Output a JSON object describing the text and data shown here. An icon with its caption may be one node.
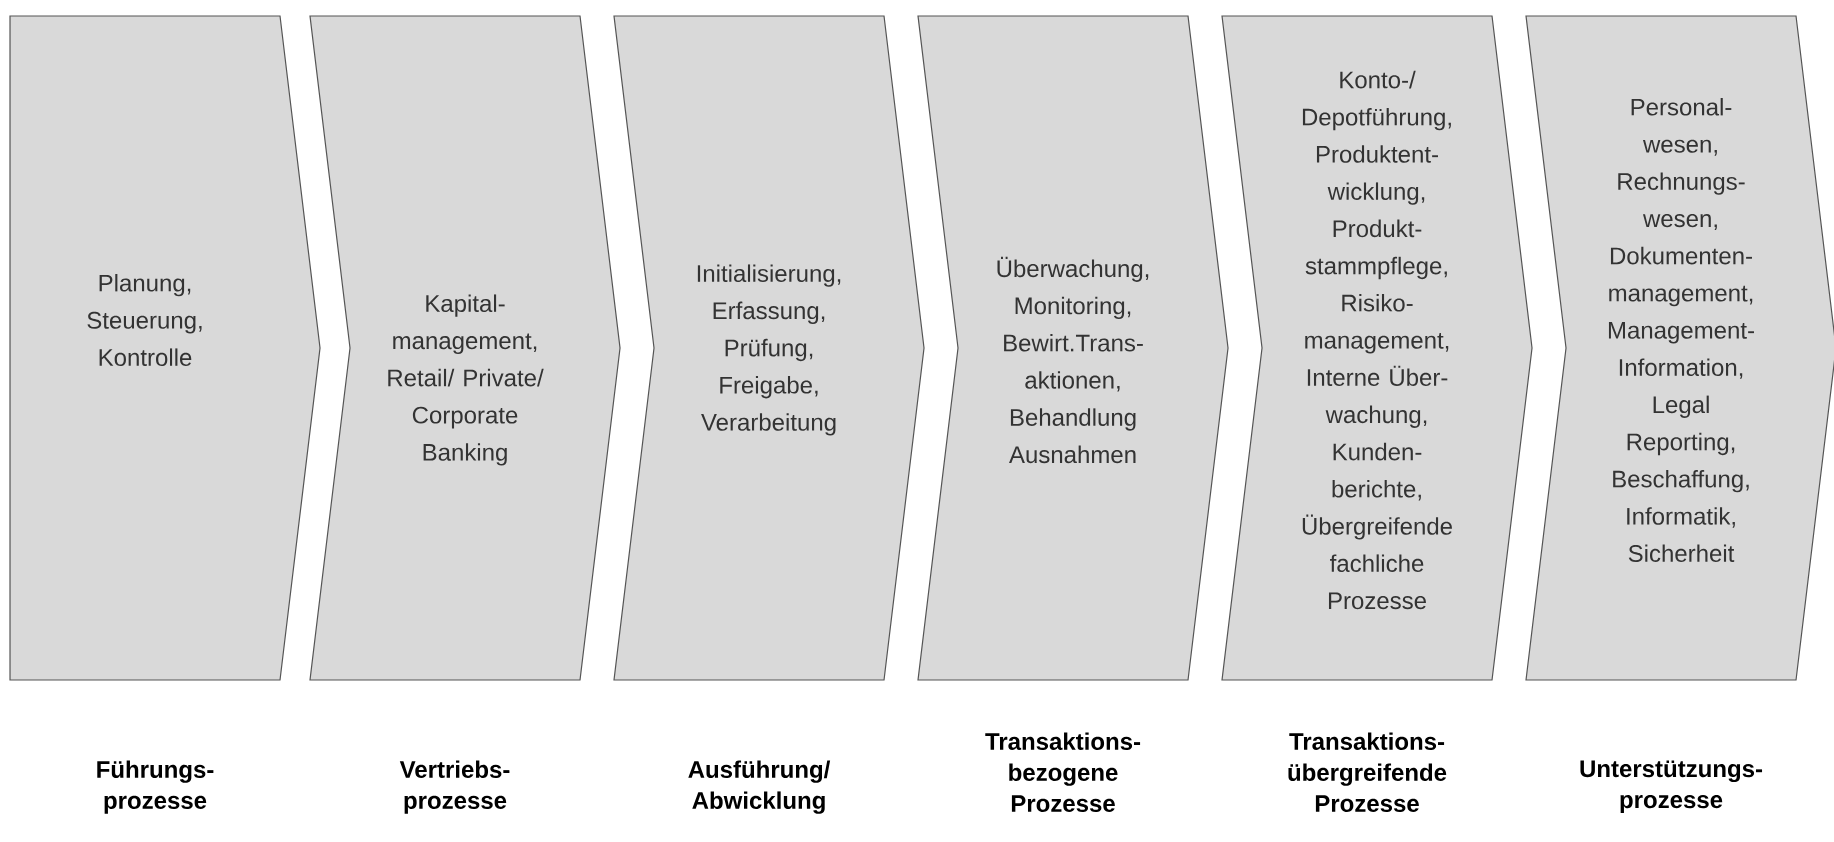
{
  "diagram": {
    "nodes": [
      {
        "text": [
          "Planung, Steuerung, Kontrolle",
          "Führungs- prozesse"
        ]
      },
      {
        "text": [
          "Kapital- management, Retail/ Private/ Corporate Banking",
          "Vertriebs- prozesse"
        ]
      },
      {
        "text": [
          "Initialisierung, Erfassung, Prüfung, Freigabe, Verarbeitung",
          "Ausführung/ Abwicklung"
        ]
      },
      {
        "text": [
          "Überwachung, Monitoring, Bewirt.Trans- aktionen, Behandlung Ausnahmen",
          "Transaktions- bezogene Prozesse"
        ]
      },
      {
        "text": [
          "Konto-/ Depotführung, Produktent- wicklung, Produkt- stammpflege, Risiko- management, Interne Über- wachung, Kunden- berichte, Übergreifende fachliche Prozesse",
          "Transaktions- übergreifende Prozesse"
        ]
      },
      {
        "text": [
          "Personal- wesen, Rechnungs- wesen, Dokumenten- management, Management- Information, Legal Reporting, Beschaffung, Informatik, Sicherheit",
          "Unterstützungs- prozesse"
        ]
      }
    ]
  }
}
